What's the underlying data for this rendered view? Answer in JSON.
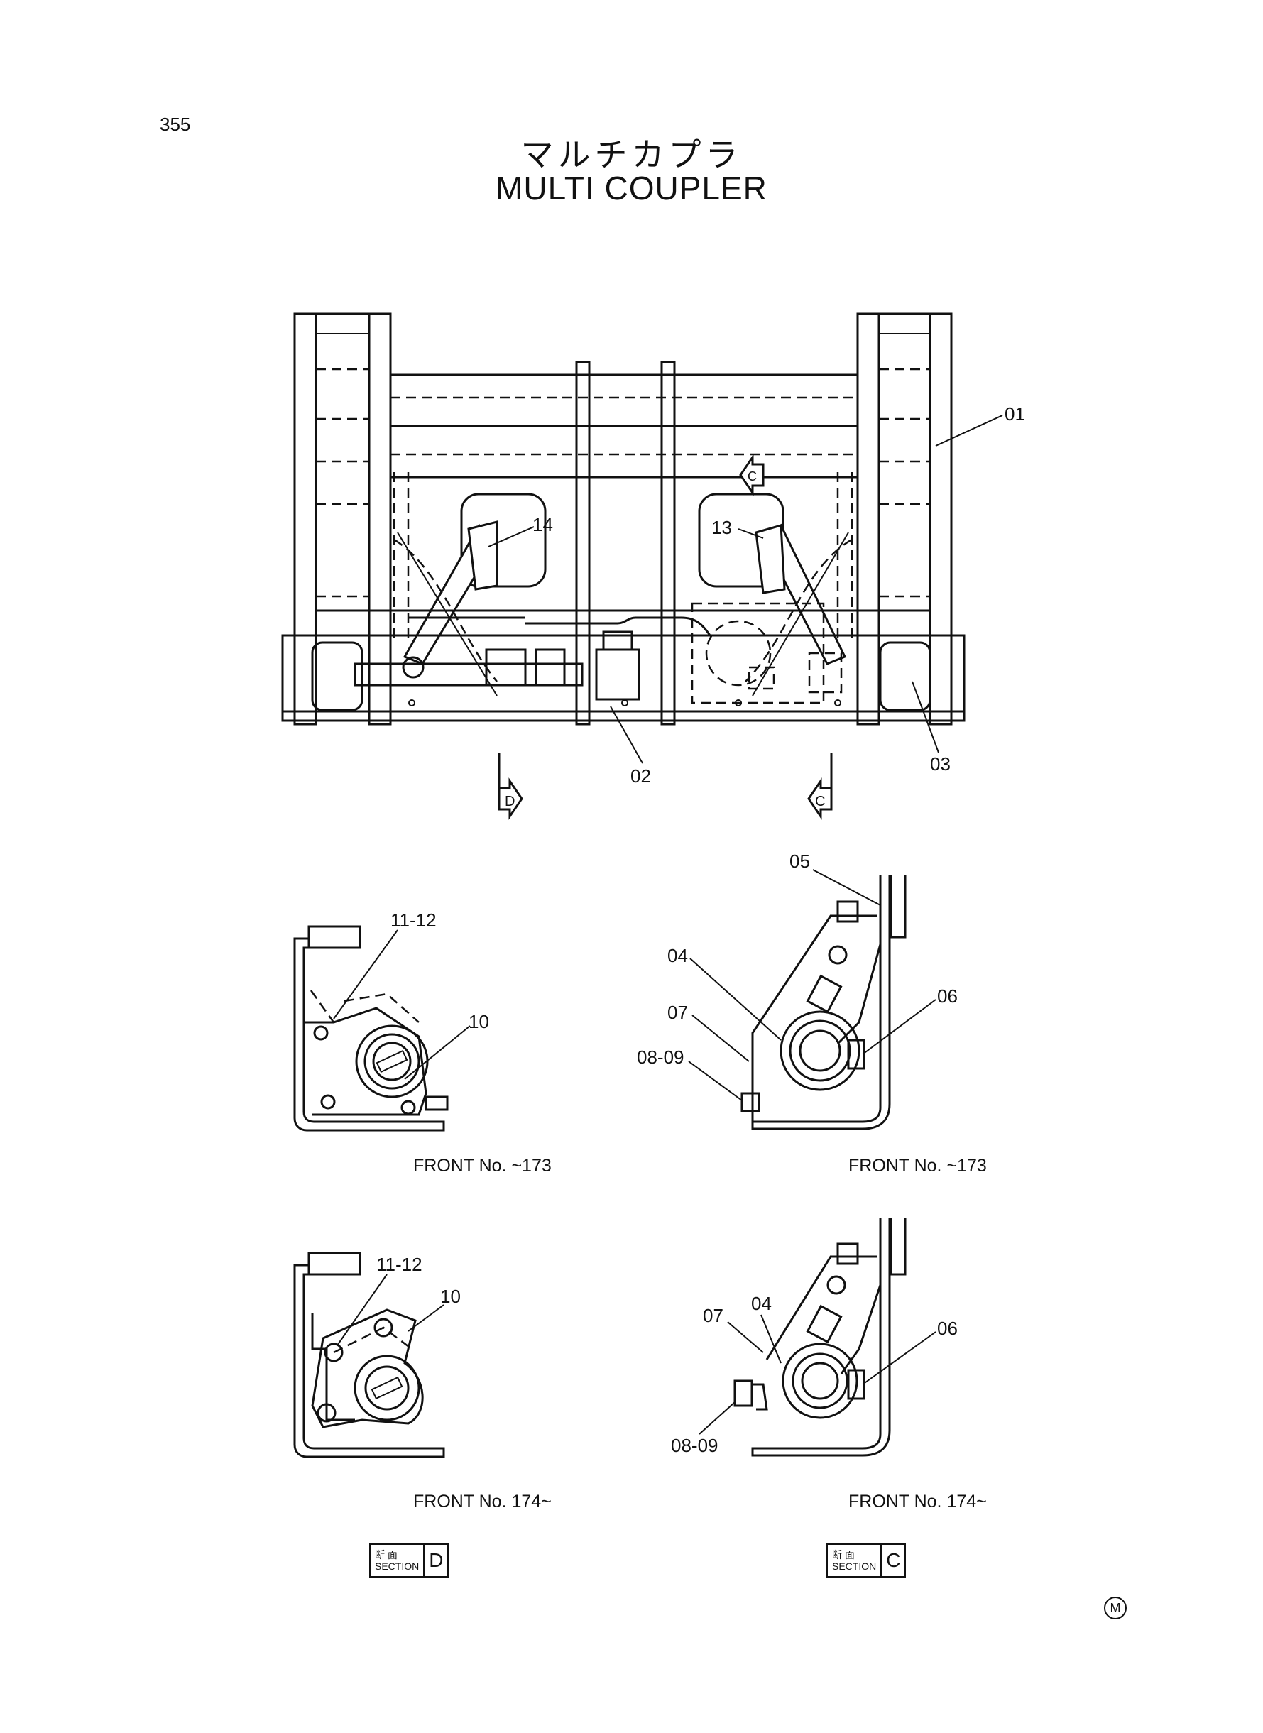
{
  "page_number": "355",
  "title_jp": "マルチカプラ",
  "title_en": "MULTI COUPLER",
  "callouts": {
    "c01": "01",
    "c02": "02",
    "c03": "03",
    "c13": "13",
    "c14": "14",
    "c04a": "04",
    "c05": "05",
    "c06a": "06",
    "c07a": "07",
    "c0809a": "08-09",
    "c1012a": "11-12",
    "c10a": "10",
    "c1112b": "11-12",
    "c10b": "10",
    "c07b": "07",
    "c04b": "04",
    "c06b": "06",
    "c0809b": "08-09"
  },
  "view_arrows": {
    "d": "D",
    "c": "C",
    "c_top": "C"
  },
  "captions": {
    "d_upper": "FRONT No. ~173",
    "c_upper": "FRONT No. ~173",
    "d_lower": "FRONT No. 174~",
    "c_lower": "FRONT No. 174~"
  },
  "sections": {
    "d": {
      "jp": "断 面",
      "en": "SECTION",
      "letter": "D"
    },
    "c": {
      "jp": "断 面",
      "en": "SECTION",
      "letter": "C"
    }
  },
  "mark": "M"
}
